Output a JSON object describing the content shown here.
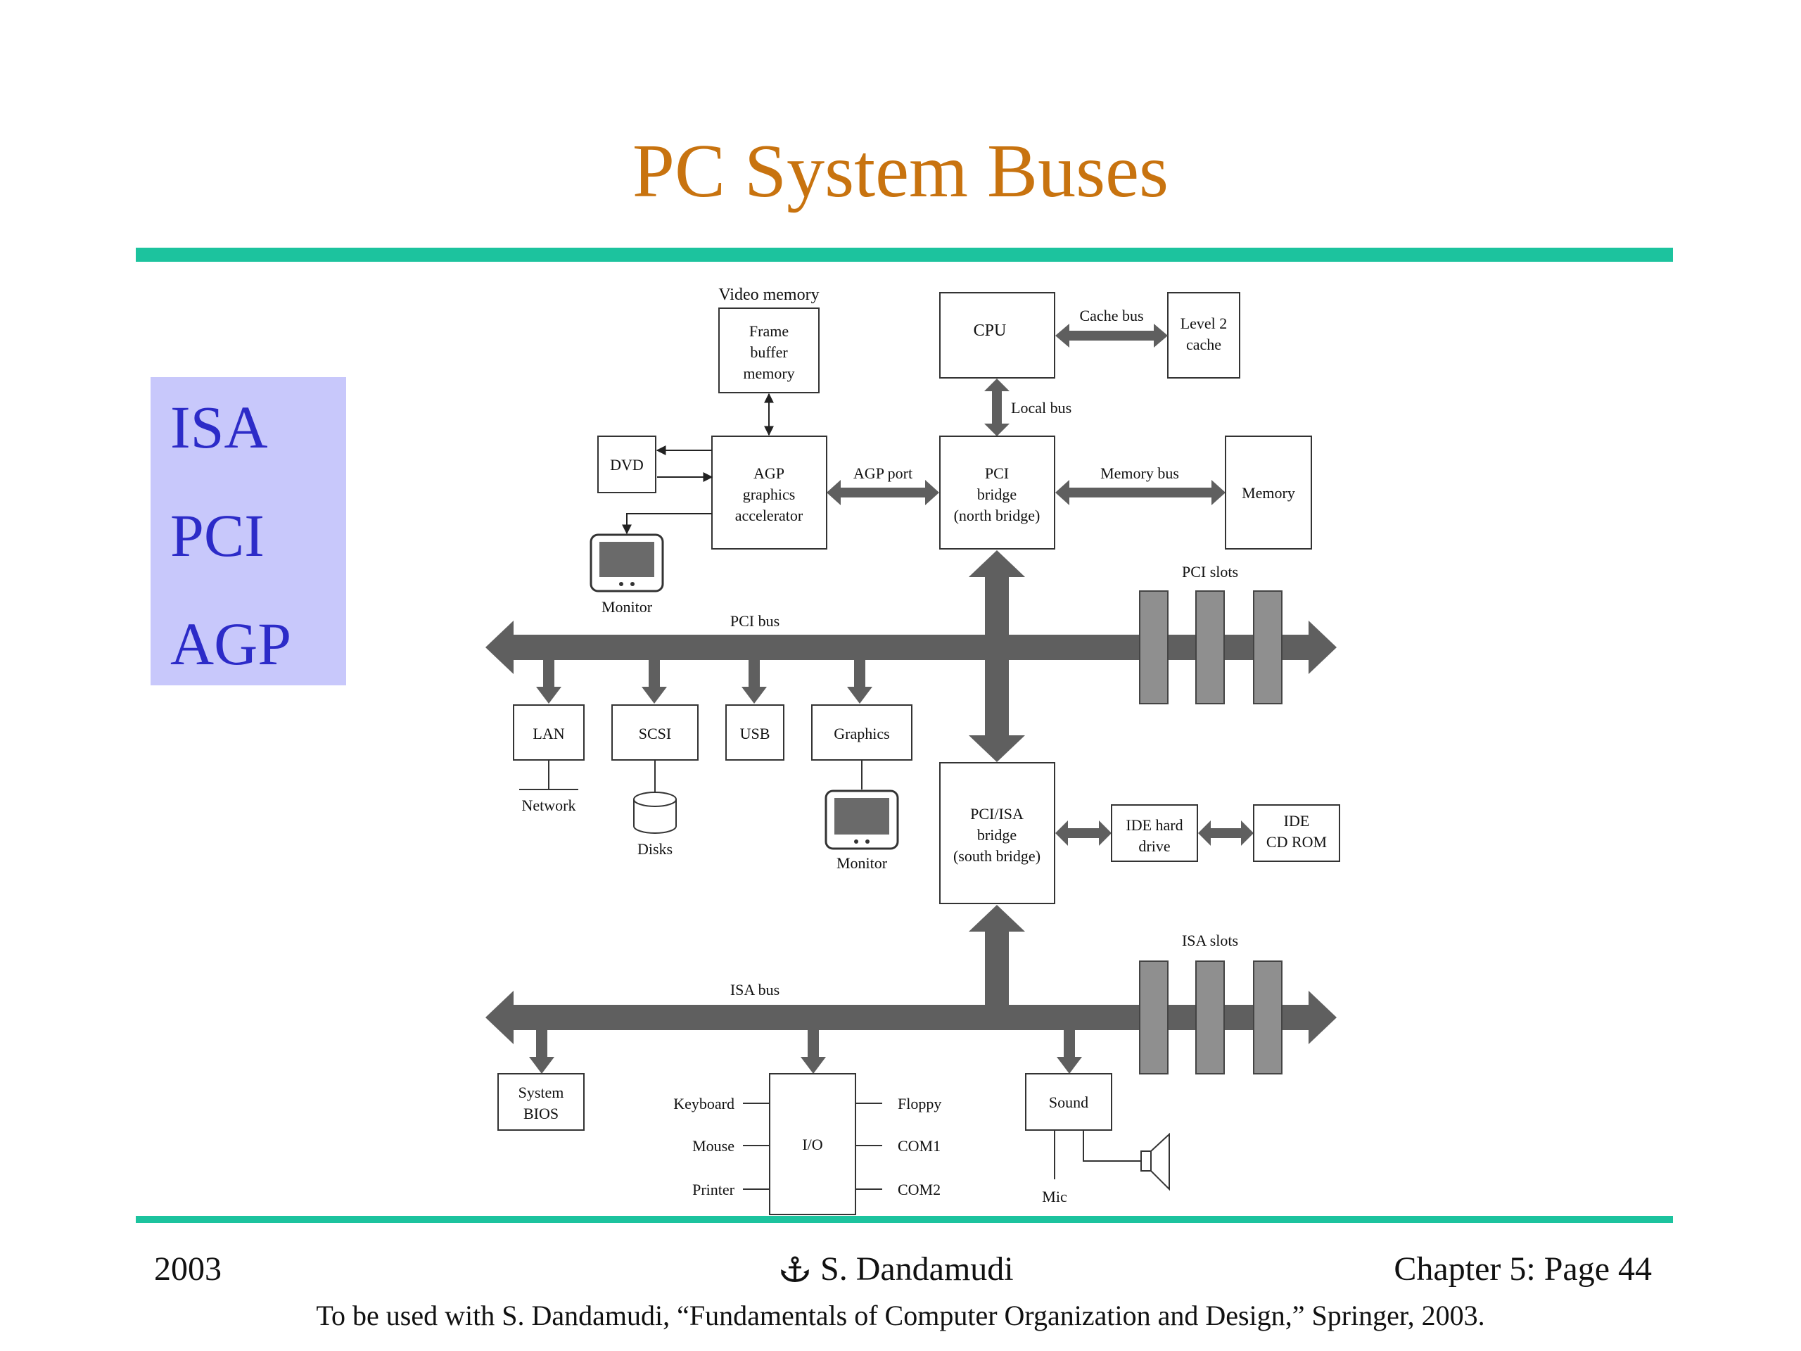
{
  "slide": {
    "title": "PC System Buses",
    "topics": [
      "ISA",
      "PCI",
      "AGP"
    ]
  },
  "diagram": {
    "video_memory_label": "Video memory",
    "frame_buffer": [
      "Frame",
      "buffer",
      "memory"
    ],
    "cpu": "CPU",
    "cache_bus": "Cache bus",
    "level2_cache": [
      "Level 2",
      "cache"
    ],
    "local_bus": "Local bus",
    "dvd": "DVD",
    "agp_accel": [
      "AGP",
      "graphics",
      "accelerator"
    ],
    "agp_port": "AGP port",
    "north_bridge": [
      "PCI",
      "bridge",
      "(north bridge)"
    ],
    "memory_bus": "Memory bus",
    "memory": "Memory",
    "monitor": "Monitor",
    "pci_slots": "PCI slots",
    "pci_bus": "PCI bus",
    "lan": "LAN",
    "scsi": "SCSI",
    "usb": "USB",
    "graphics": "Graphics",
    "network": "Network",
    "disks": "Disks",
    "south_bridge": [
      "PCI/ISA",
      "bridge",
      "(south bridge)"
    ],
    "ide_hard_drive": [
      "IDE hard",
      "drive"
    ],
    "ide_cd_rom": [
      "IDE",
      "CD ROM"
    ],
    "isa_slots": "ISA slots",
    "isa_bus": "ISA bus",
    "system_bios": [
      "System",
      "BIOS"
    ],
    "io": "I/O",
    "keyboard": "Keyboard",
    "mouse": "Mouse",
    "printer": "Printer",
    "floppy": "Floppy",
    "com1": "COM1",
    "com2": "COM2",
    "sound": "Sound",
    "mic": "Mic"
  },
  "footer": {
    "year": "2003",
    "author": "S. Dandamudi",
    "page": "Chapter 5: Page 44",
    "reference": "To be used with S. Dandamudi, “Fundamentals of Computer Organization and Design,” Springer, 2003."
  },
  "colors": {
    "title": "#C8730F",
    "rule": "#1CC39E",
    "topic_box": "#C8C8FB",
    "topic_text": "#2C2BC8",
    "bus": "#5F5F5F",
    "slot": "#8F8F8F"
  }
}
